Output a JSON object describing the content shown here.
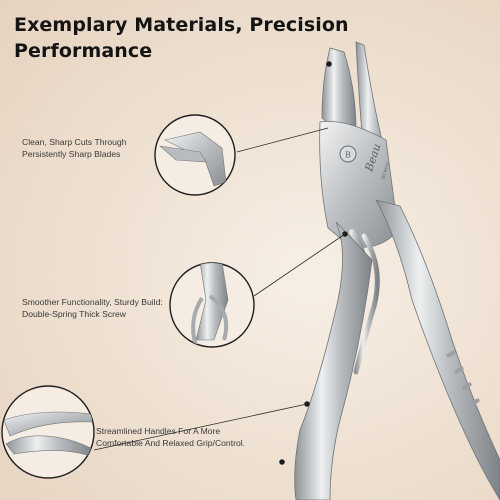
{
  "heading": {
    "line1": "Exemplary Materials, Precision",
    "line2": "Performance"
  },
  "callouts": [
    {
      "text": "Clean, Sharp Cuts Through Persistently Sharp Blades",
      "icon": "blade-closeup-icon"
    },
    {
      "text": "Smoother Functionality, Sturdy Build: Double-Spring Thick Screw",
      "icon": "double-spring-closeup-icon"
    },
    {
      "text": "Streamlined Handles For A More Comfortable And Relaxed Grip/Control.",
      "icon": "handle-closeup-icon"
    }
  ],
  "product": {
    "brand_engraving": "Beau",
    "brand_sub": "SECRETS"
  },
  "colors": {
    "background": "#efe2d3",
    "heading": "#141414",
    "body_text": "#3a3a3a",
    "steel": "#c9ccce"
  }
}
